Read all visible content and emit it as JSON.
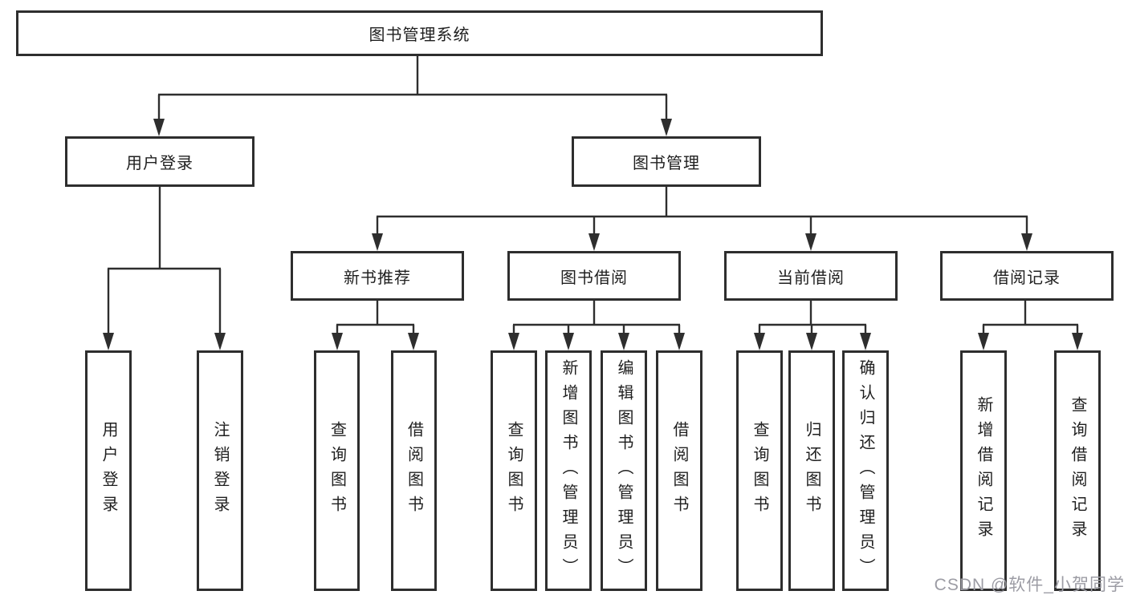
{
  "colors": {
    "line": "#2e2e2e",
    "box_border": "#2e2e2e",
    "text": "#1f1f1f",
    "watermark_text": "#9c9ca4",
    "background": "#ffffff"
  },
  "watermark": "CSDN @软件_小贺同学",
  "tree": {
    "label": "图书管理系统",
    "children": [
      {
        "label": "用户登录",
        "children": [
          {
            "label": "用户登录"
          },
          {
            "label": "注销登录"
          }
        ]
      },
      {
        "label": "图书管理",
        "children": [
          {
            "label": "新书推荐",
            "children": [
              {
                "label": "查询图书"
              },
              {
                "label": "借阅图书"
              }
            ]
          },
          {
            "label": "图书借阅",
            "children": [
              {
                "label": "查询图书"
              },
              {
                "label": "新增图书（管理员）"
              },
              {
                "label": "编辑图书（管理员）"
              },
              {
                "label": "借阅图书"
              }
            ]
          },
          {
            "label": "当前借阅",
            "children": [
              {
                "label": "查询图书"
              },
              {
                "label": "归还图书"
              },
              {
                "label": "确认归还（管理员）"
              }
            ]
          },
          {
            "label": "借阅记录",
            "children": [
              {
                "label": "新增借阅记录"
              },
              {
                "label": "查询借阅记录"
              }
            ]
          }
        ]
      }
    ]
  }
}
